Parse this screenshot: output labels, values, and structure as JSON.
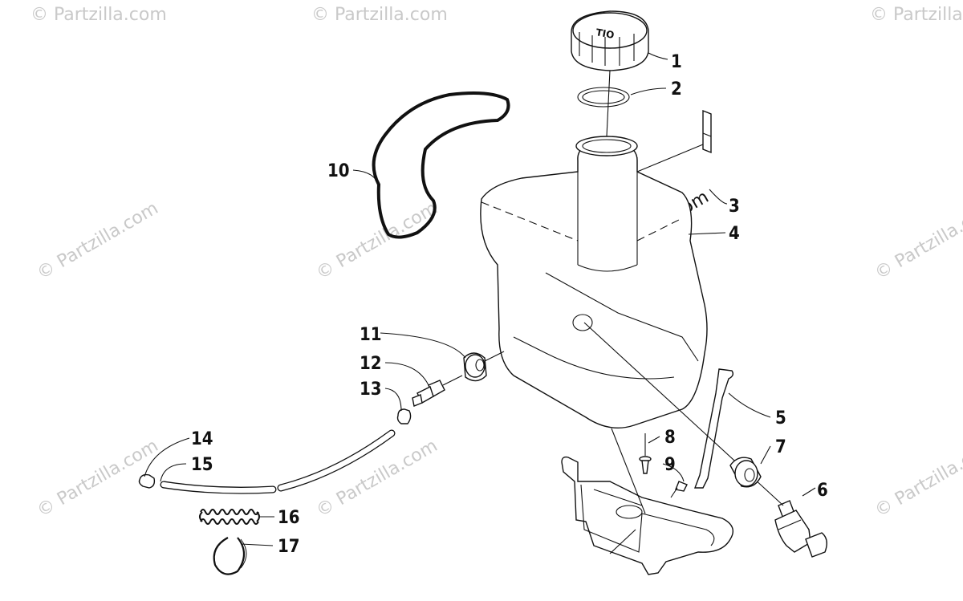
{
  "watermarks": [
    {
      "text": "© Partzilla.com"
    },
    {
      "text": "© Partzilla.com"
    },
    {
      "text": "© Partzilla.com"
    },
    {
      "text": "© Partzilla.com"
    },
    {
      "text": "© Partzilla.com"
    },
    {
      "text": "© Partzilla.com"
    },
    {
      "text": "© Partzilla.com"
    },
    {
      "text": "© Partzilla.com"
    },
    {
      "text": "© Partzilla.com"
    },
    {
      "text": "© Partzilla.com"
    }
  ],
  "center_watermark": "© Partzilla.com",
  "callouts": [
    "1",
    "2",
    "3",
    "4",
    "5",
    "6",
    "7",
    "8",
    "9",
    "10",
    "11",
    "12",
    "13",
    "14",
    "15",
    "16",
    "17"
  ]
}
